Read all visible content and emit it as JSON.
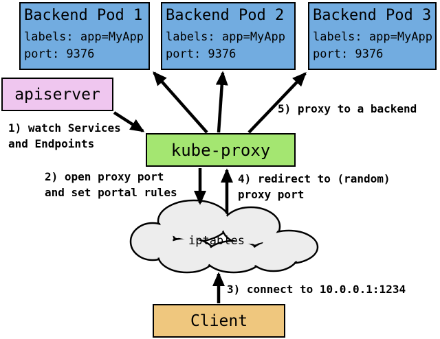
{
  "nodes": {
    "pods": [
      {
        "title": "Backend Pod 1",
        "labels_line": "labels: app=MyApp",
        "port_line": "port: 9376"
      },
      {
        "title": "Backend Pod 2",
        "labels_line": "labels: app=MyApp",
        "port_line": "port: 9376"
      },
      {
        "title": "Backend Pod 3",
        "labels_line": "labels: app=MyApp",
        "port_line": "port: 9376"
      }
    ],
    "apiserver_label": "apiserver",
    "kube_proxy_label": "kube-proxy",
    "iptables_label": "iptables",
    "client_label": "Client"
  },
  "annotations": {
    "watch": {
      "line1": "1) watch Services",
      "line2": "and Endpoints"
    },
    "open_port": {
      "line1": "2) open proxy port",
      "line2": "and set portal rules"
    },
    "connect": {
      "line1": "3) connect to 10.0.0.1:1234"
    },
    "redirect": {
      "line1": "4) redirect to (random)",
      "line2": "proxy port"
    },
    "proxy_backend": {
      "line1": "5) proxy to a backend"
    }
  },
  "colors": {
    "pod_fill": "#72ACE0",
    "apiserver_fill": "#EFC6EF",
    "kube_proxy_fill": "#A4E671",
    "iptables_cloud_fill": "#EDEDED",
    "client_fill": "#EFC77E",
    "line_and_text": "#000000"
  }
}
